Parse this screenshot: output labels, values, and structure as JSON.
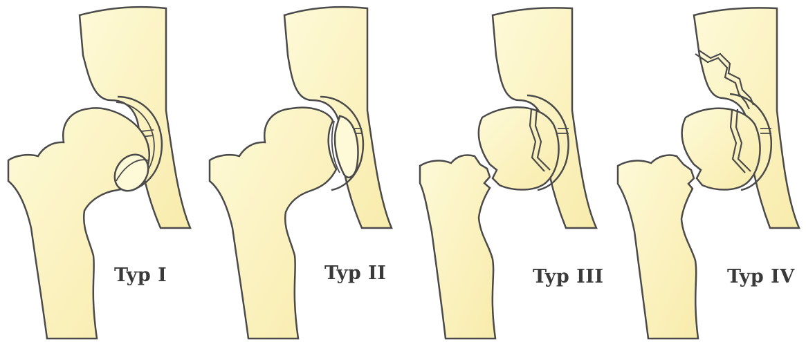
{
  "figure": {
    "colors": {
      "bone_fill": "#fbf1b8",
      "bone_light": "#fefad8",
      "outline": "#4a4a4a",
      "background": "#ffffff"
    },
    "panels": [
      {
        "label": "Typ I"
      },
      {
        "label": "Typ II"
      },
      {
        "label": "Typ III"
      },
      {
        "label": "Typ IV"
      }
    ]
  }
}
